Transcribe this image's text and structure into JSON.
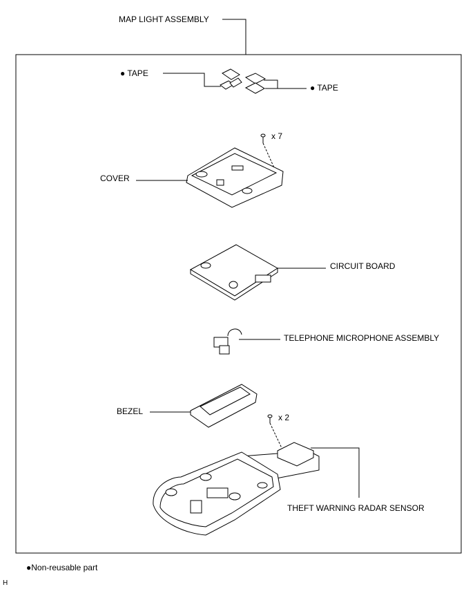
{
  "labels": {
    "map_light_assembly": "MAP LIGHT ASSEMBLY",
    "tape_left": "● TAPE",
    "tape_right": "● TAPE",
    "screw_cover_qty": "x 7",
    "cover": "COVER",
    "circuit_board": "CIRCUIT BOARD",
    "telephone_microphone": "TELEPHONE MICROPHONE ASSEMBLY",
    "bezel": "BEZEL",
    "screw_sensor_qty": "x 2",
    "theft_warning_radar_sensor": "THEFT WARNING RADAR SENSOR"
  },
  "legend": {
    "non_reusable": "●Non-reusable part"
  },
  "footer_code": "H"
}
